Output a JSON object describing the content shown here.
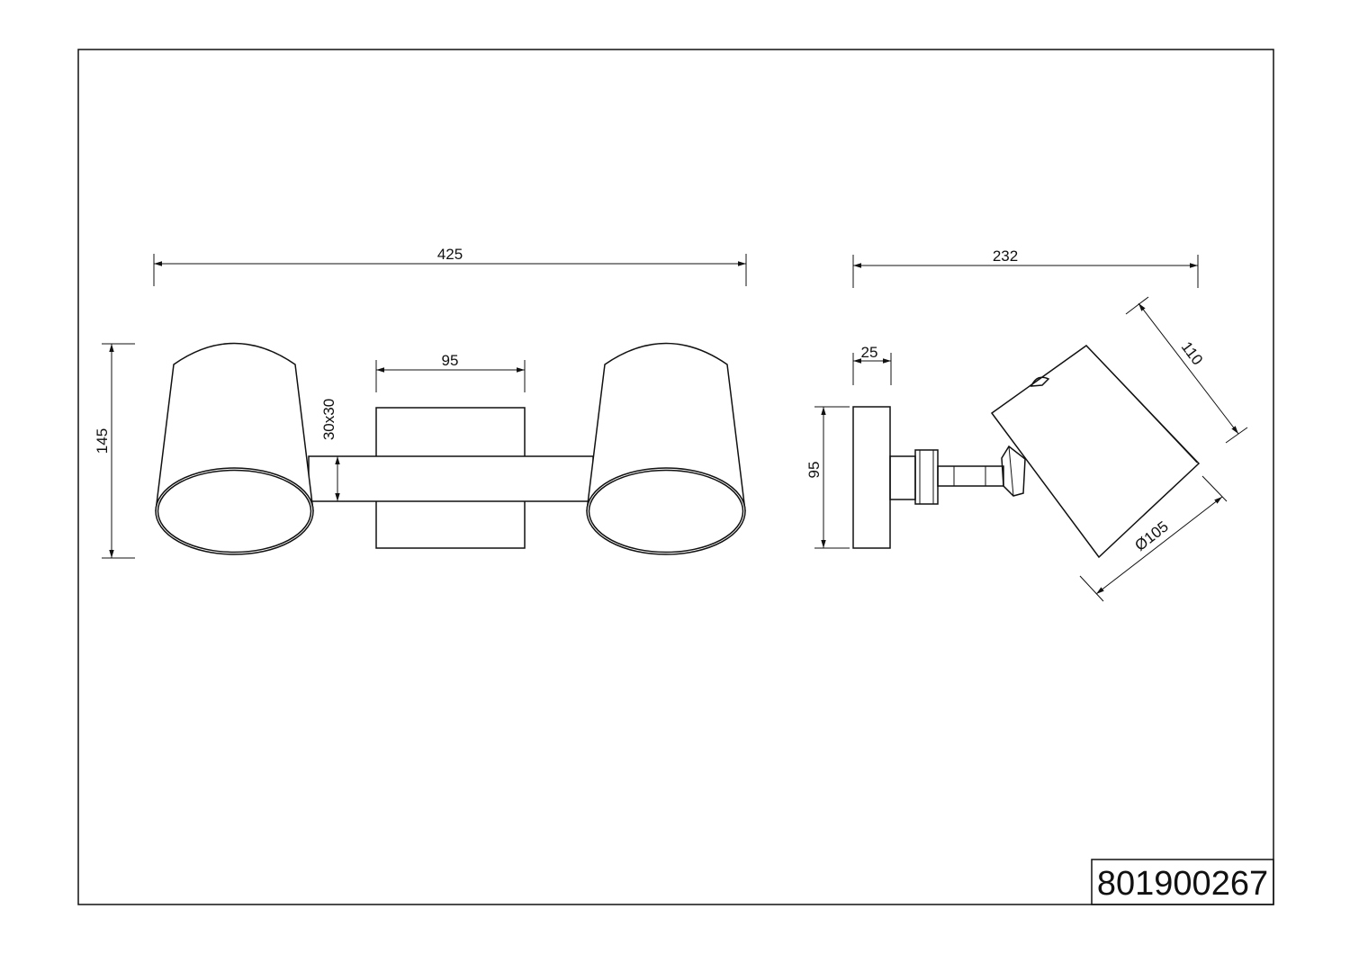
{
  "colors": {
    "ink": "#111111",
    "paper": "#ffffff"
  },
  "title_block": {
    "part_number": "801900267"
  },
  "front_view": {
    "overall_width": "425",
    "overall_height": "145",
    "wall_plate_width": "95",
    "arm_section": "30x30"
  },
  "side_view": {
    "overall_depth": "232",
    "plate_thickness": "25",
    "plate_height": "95",
    "shade_length": "110",
    "shade_diameter": "Ø105"
  }
}
